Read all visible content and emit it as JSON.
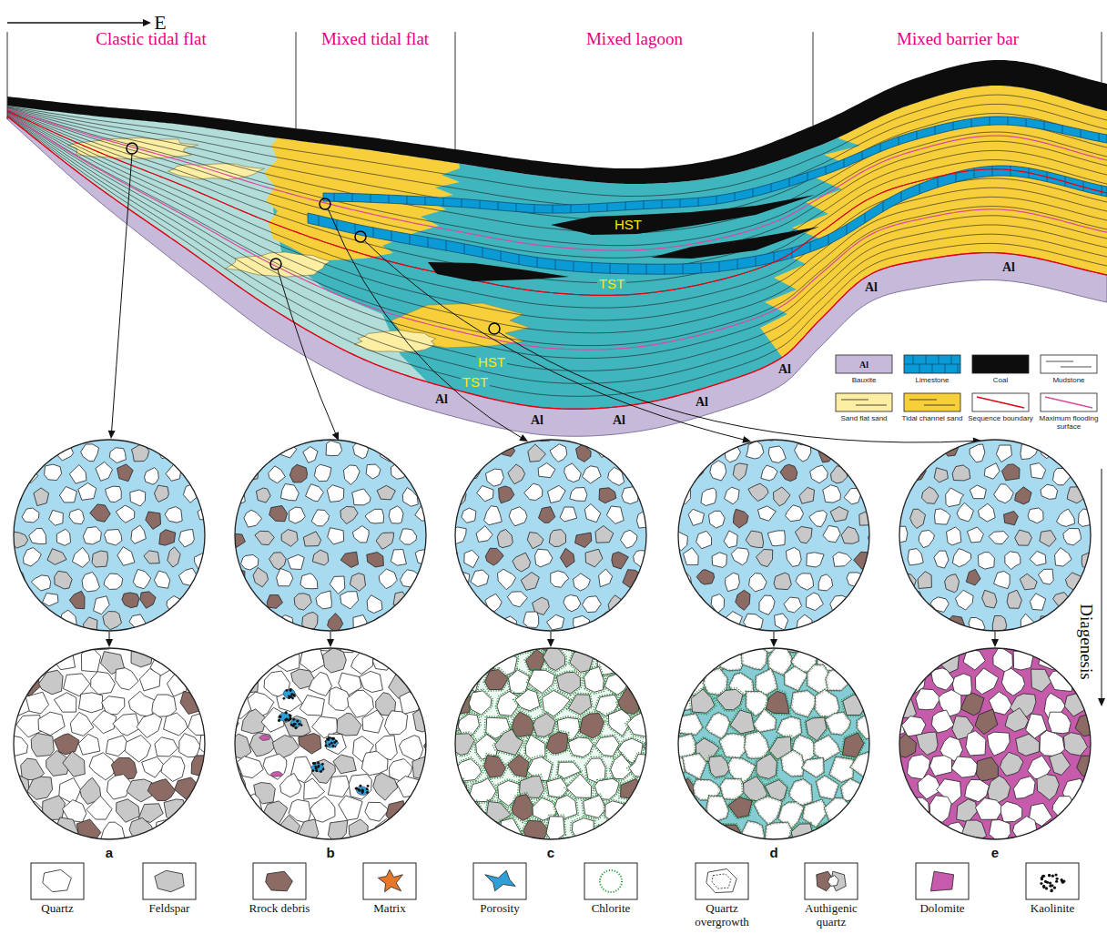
{
  "diagram": {
    "labels": [
      "E",
      "Clastic tidal flat",
      "Mixed tidal flat",
      "Mixed lagoon",
      "Mixed barrier bar",
      "HST",
      "TST",
      "HST",
      "TST",
      "Al",
      "Al",
      "Al",
      "Al",
      "Al",
      "Al",
      "Al",
      "Al",
      "a",
      "b",
      "c",
      "d",
      "e",
      "Diagenesis"
    ],
    "legend": [
      {
        "text": "Bauxite"
      },
      {
        "text": "Limestone"
      },
      {
        "text": "Coal",
        "color": "#0d0d0d"
      },
      {
        "text": "Mudstone"
      },
      {
        "text": "Sand flat sand"
      },
      {
        "text": "Tidal channel sand"
      },
      {
        "text": "Sequence boundary"
      },
      {
        "text": "Maximum flooding surface"
      },
      {
        "text": "Quartz"
      },
      {
        "text": "Feldspar"
      },
      {
        "text": "Rrock debris"
      },
      {
        "text": "Matrix"
      },
      {
        "text": "Porosity"
      },
      {
        "text": "Chlorite"
      },
      {
        "text": "Quartz overgrowth"
      },
      {
        "text": "Authigenic quartz"
      },
      {
        "text": "Dolomite"
      },
      {
        "text": "Kaolinite"
      }
    ]
  }
}
